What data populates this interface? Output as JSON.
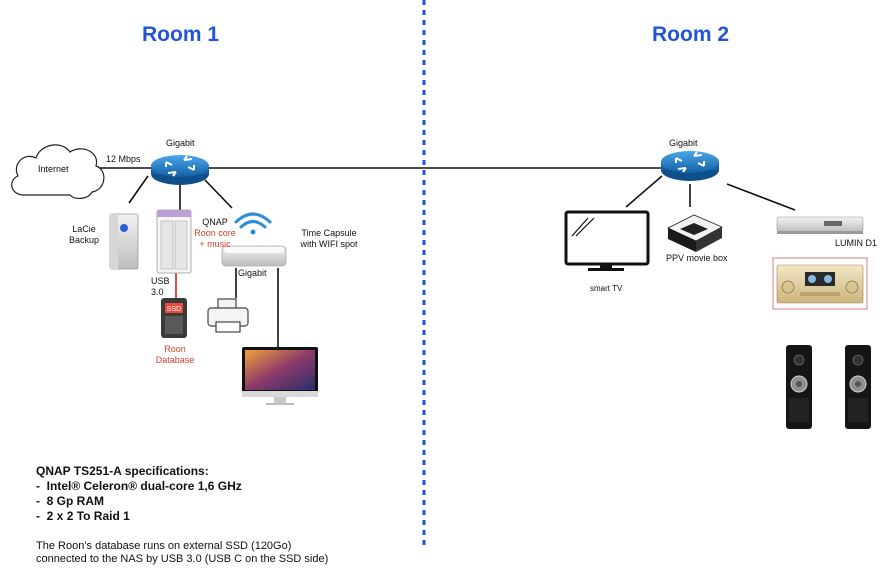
{
  "rooms": {
    "room1": "Room 1",
    "room2": "Room 2"
  },
  "labels": {
    "internet": "Internet",
    "speed": "12 Mbps",
    "gigabit_router_1": "Gigabit",
    "gigabit_router_2": "Gigabit",
    "gigabit_capsule": "Gigabit",
    "lacie_line1": "LaCie",
    "lacie_line2": "Backup",
    "qnap": "QNAP",
    "roon_core_line1": "Roon core",
    "roon_core_line2": "+ music",
    "usb_line1": "USB",
    "usb_line2": "3.0",
    "ssd_tag": "SSD",
    "roon_db_line1": "Roon",
    "roon_db_line2": "Database",
    "time_capsule_line1": "Time Capsule",
    "time_capsule_line2": "with WIFI spot",
    "smart_tv": "smart TV",
    "ppv": "PPV movie box",
    "lumin": "LUMIN D1"
  },
  "specs": {
    "title": "QNAP TS251-A specifications:",
    "items": [
      "Intel® Celeron®  dual-core 1,6 GHz",
      "8 Gp RAM",
      "2 x 2 To Raid 1"
    ],
    "bullet": "-"
  },
  "note": {
    "line1": "The Roon’s database runs on external SSD (120Go)",
    "line2": "connected to the NAS by USB 3.0 (USB C on the SSD side)"
  },
  "colors": {
    "room_title": "#2255d6",
    "divider": "#2255d6",
    "router": "#1f76c2",
    "accent_red": "#d4402c",
    "wifi": "#2b8fd8"
  },
  "icons": [
    "cloud-icon",
    "router-icon",
    "lacie-drive-icon",
    "nas-icon",
    "ssd-icon",
    "wifi-icon",
    "time-capsule-icon",
    "printer-icon",
    "imac-icon",
    "tv-icon",
    "movie-box-icon",
    "lumin-streamer-icon",
    "amplifier-icon",
    "speaker-icon"
  ]
}
